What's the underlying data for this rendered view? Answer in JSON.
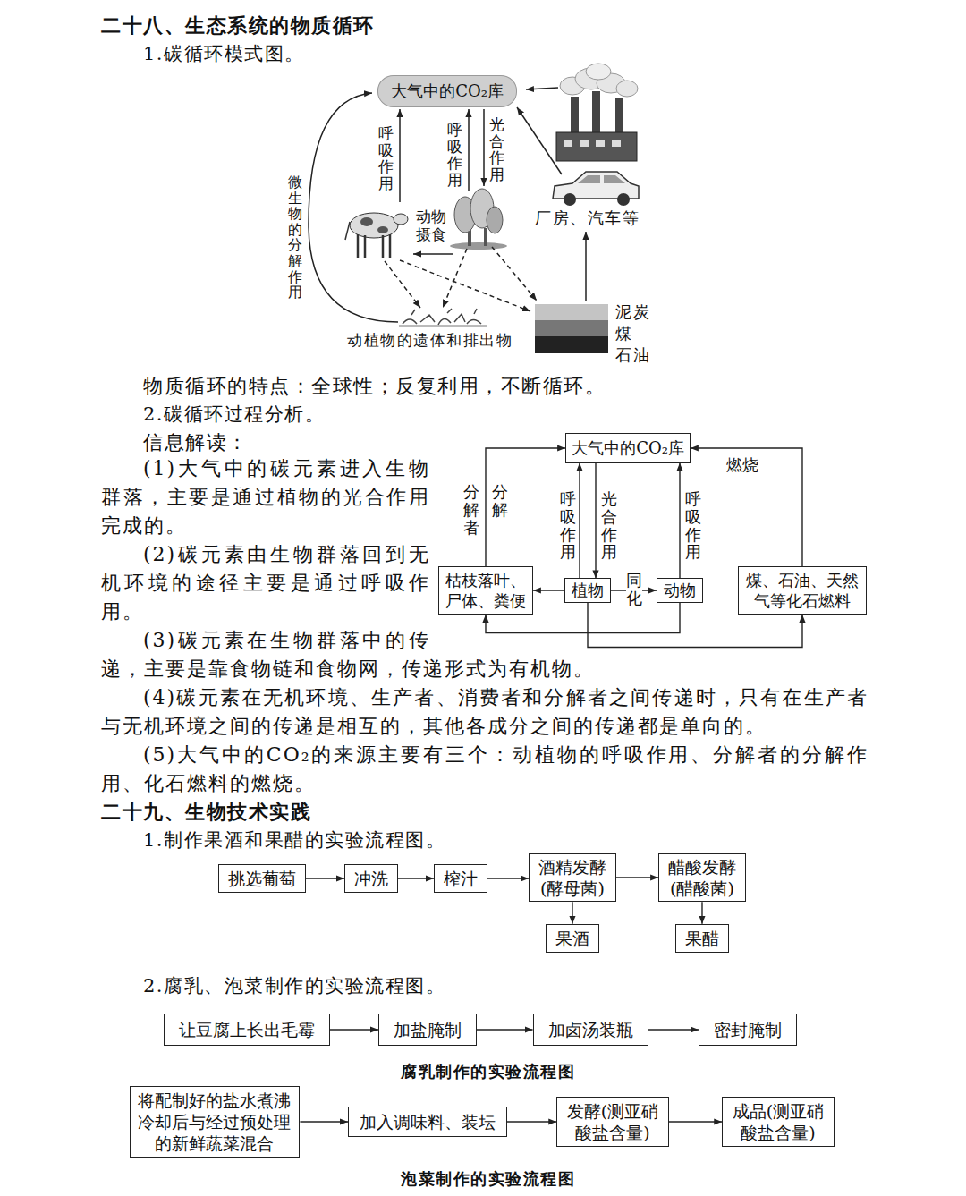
{
  "diagram": {
    "nodes": [
      {
        "text": [
          "大气中的CO₂库"
        ]
      },
      {
        "text": [
          "大气中的CO₂库"
        ]
      },
      {
        "text": [
          "枯枝落叶、尸体、粪便"
        ]
      },
      {
        "text": [
          "植物"
        ]
      },
      {
        "text": [
          "动物"
        ]
      },
      {
        "text": [
          "煤、石油、天然气等化石燃料"
        ]
      },
      {
        "text": [
          "挑选葡萄"
        ]
      },
      {
        "text": [
          "冲洗"
        ]
      },
      {
        "text": [
          "榨汁"
        ]
      },
      {
        "text": [
          "酒精发酵(酵母菌)"
        ]
      },
      {
        "text": [
          "醋酸发酵(醋酸菌)"
        ]
      },
      {
        "text": [
          "果酒"
        ]
      },
      {
        "text": [
          "果醋"
        ]
      },
      {
        "text": [
          "让豆腐上长出毛霉"
        ]
      },
      {
        "text": [
          "加盐腌制"
        ]
      },
      {
        "text": [
          "加卤汤装瓶"
        ]
      },
      {
        "text": [
          "密封腌制"
        ]
      },
      {
        "text": [
          "将配制好的盐水煮沸冷却后与经过预处理的新鲜蔬菜混合"
        ]
      },
      {
        "text": [
          "加入调味料、装坛"
        ]
      },
      {
        "text": [
          "发酵(测亚硝酸盐含量)"
        ]
      },
      {
        "text": [
          "成品(测亚硝酸盐含量)"
        ]
      }
    ],
    "edges": [
      {
        "from": 2,
        "to": 1,
        "arrow": "to",
        "label": "分解"
      },
      {
        "from": 3,
        "to": 1,
        "arrow": "to",
        "label": "呼吸作用"
      },
      {
        "from": 1,
        "to": 3,
        "arrow": "to",
        "label": "光合作用"
      },
      {
        "from": 4,
        "to": 1,
        "arrow": "to",
        "label": "呼吸作用"
      },
      {
        "from": 5,
        "to": 1,
        "arrow": "to",
        "label": "燃烧"
      },
      {
        "from": 3,
        "to": 4,
        "arrow": "to",
        "label": "同化"
      },
      {
        "from": 3,
        "to": 2,
        "arrow": "to"
      },
      {
        "from": 4,
        "to": 2,
        "arrow": "to"
      },
      {
        "from": 3,
        "to": 5,
        "arrow": "to"
      },
      {
        "from": 6,
        "to": 7,
        "arrow": "to"
      },
      {
        "from": 7,
        "to": 8,
        "arrow": "to"
      },
      {
        "from": 8,
        "to": 9,
        "arrow": "to"
      },
      {
        "from": 9,
        "to": 10,
        "arrow": "to"
      },
      {
        "from": 9,
        "to": 11,
        "arrow": "to"
      },
      {
        "from": 10,
        "to": 12,
        "arrow": "to"
      },
      {
        "from": 13,
        "to": 14,
        "arrow": "to"
      },
      {
        "from": 14,
        "to": 15,
        "arrow": "to"
      },
      {
        "from": 15,
        "to": 16,
        "arrow": "to"
      },
      {
        "from": 17,
        "to": 18,
        "arrow": "to"
      },
      {
        "from": 18,
        "to": 19,
        "arrow": "to"
      },
      {
        "from": 19,
        "to": 20,
        "arrow": "to"
      }
    ],
    "labels": [
      "二十八、生态系统的物质循环",
      "1.碳循环模式图。",
      "呼吸作用",
      "呼吸作用",
      "光合作用",
      "微生物的分解作用",
      "动物摄食",
      "厂房、汽车等",
      "动植物的遗体和排出物",
      "泥炭",
      "煤",
      "石油",
      "物质循环的特点：全球性；反复利用，不断循环。",
      "2.碳循环过程分析。",
      "信息解读：",
      "分解者",
      "(1)大气中的碳元素进入生物群落，主要是通过植物的光合作用完成的。",
      "(2)碳元素由生物群落回到无机环境的途径主要是通过呼吸作用。",
      "(3)碳元素在生物群落中的传递，主要是靠食物链和食物网，传递形式为有机物。",
      "(4)碳元素在无机环境、生产者、消费者和分解者之间传递时，只有在生产者与无机环境之间的传递是相互的，其他各成分之间的传递都是单向的。",
      "(5)大气中的CO₂的来源主要有三个：动植物的呼吸作用、分解者的分解作用、化石燃料的燃烧。",
      "二十九、生物技术实践",
      "1.制作果酒和果醋的实验流程图。",
      "2.腐乳、泡菜制作的实验流程图。",
      "腐乳制作的实验流程图",
      "泡菜制作的实验流程图"
    ]
  }
}
